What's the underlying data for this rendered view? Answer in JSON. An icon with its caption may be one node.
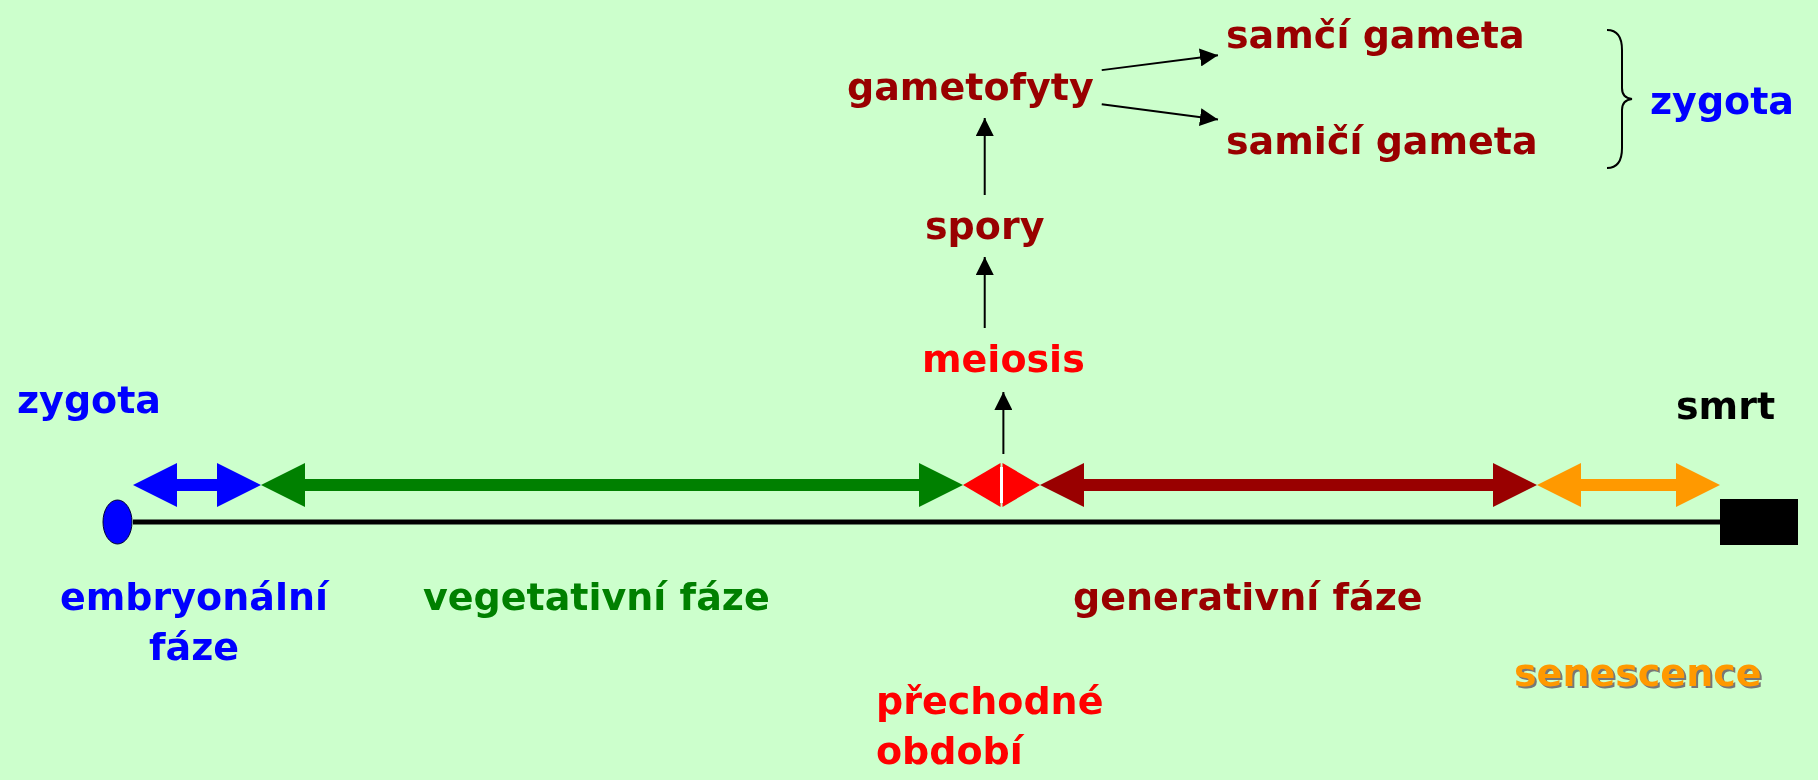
{
  "diagram": {
    "nodes": [
      {
        "text": [
          "zygota"
        ]
      },
      {
        "text": [
          "smrt"
        ]
      },
      {
        "text": [],
        "shape": "circle"
      },
      {
        "text": [],
        "shape": "box"
      },
      {
        "text": [
          "meiosis"
        ]
      },
      {
        "text": [
          "spory"
        ]
      },
      {
        "text": [
          "gametofyty"
        ]
      },
      {
        "text": [
          "samčí gameta"
        ]
      },
      {
        "text": [
          "samičí gameta"
        ]
      },
      {
        "text": [
          "zygota"
        ]
      }
    ],
    "edges": [
      {
        "from": 2,
        "to": 3,
        "arrow": "none",
        "style": "thick"
      },
      {
        "from": null,
        "to": 4,
        "arrow": "to"
      },
      {
        "from": 4,
        "to": 5,
        "arrow": "to"
      },
      {
        "from": 5,
        "to": 6,
        "arrow": "to"
      },
      {
        "from": 6,
        "to": 7,
        "arrow": "to"
      },
      {
        "from": 6,
        "to": 8,
        "arrow": "to"
      }
    ],
    "labels": [
      "embryonální fáze",
      "vegetativní fáze",
      "generativní fáze",
      "přechodné období",
      "senescence"
    ]
  }
}
